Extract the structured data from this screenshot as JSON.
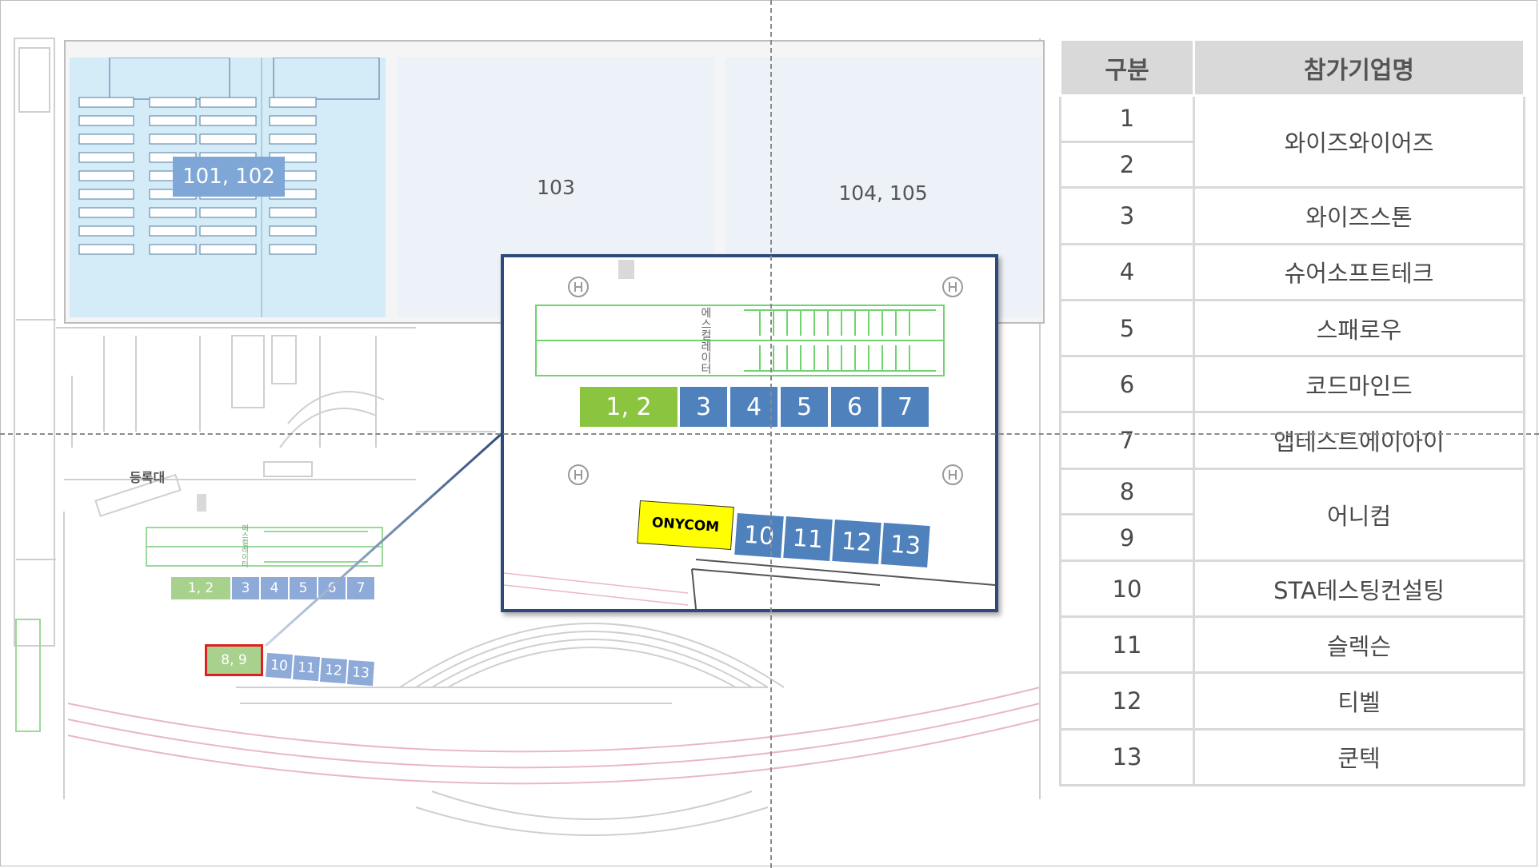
{
  "rooms": {
    "r101": "101, 102",
    "r103": "103",
    "r104": "104, 105"
  },
  "registration_label": "등록대",
  "escalator_label": "에스컬레이터",
  "floor_booths": [
    "1, 2",
    "3",
    "4",
    "5",
    "6",
    "7",
    "8, 9",
    "10",
    "11",
    "12",
    "13"
  ],
  "zoom_booths": [
    "1, 2",
    "3",
    "4",
    "5",
    "6",
    "7",
    "10",
    "11",
    "12",
    "13"
  ],
  "zoom_onycom": "ONYCOM",
  "table": {
    "headers": [
      "구분",
      "참가기업명"
    ],
    "numbers": [
      "1",
      "2",
      "3",
      "4",
      "5",
      "6",
      "7",
      "8",
      "9",
      "10",
      "11",
      "12",
      "13"
    ],
    "companies": {
      "c12": "와이즈와이어즈",
      "c3": "와이즈스톤",
      "c4": "슈어소프트테크",
      "c5": "스패로우",
      "c6": "코드마인드",
      "c7": "앱테스트에이아이",
      "c89": "어니컴",
      "c10": "STA테스팅컨설팅",
      "c11": "슬렉슨",
      "c12b": "티벨",
      "c13": "쿤텍"
    }
  },
  "colors": {
    "highlight_room": "#d4ecf7",
    "room_fill": "#edf1f8",
    "booth_blue": "#4f81bd",
    "booth_green": "#8bc53f",
    "onycom_yellow": "#ffff00",
    "callout_border": "#2e4a7a",
    "highlight_border": "#e02020"
  }
}
